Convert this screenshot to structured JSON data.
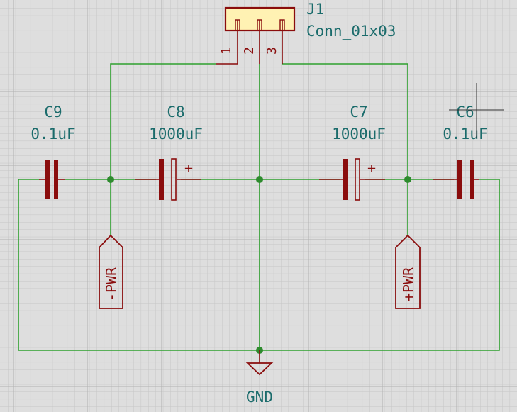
{
  "colors": {
    "background": "#dedede",
    "grid": "#c7c7c7",
    "grid_major": "#b8b8b8",
    "wire": "#2ea02e",
    "junction": "#2e8b2e",
    "symbol": "#8a0d0d",
    "connector_fill": "#fff2b3",
    "text": "#1a6b6b",
    "pin_text": "#8a0d0d"
  },
  "connector": {
    "ref": "J1",
    "value": "Conn_01x03",
    "pins": [
      "1",
      "2",
      "3"
    ]
  },
  "capacitors": [
    {
      "ref": "C9",
      "value": "0.1uF"
    },
    {
      "ref": "C8",
      "value": "1000uF",
      "polarity": "+"
    },
    {
      "ref": "C7",
      "value": "1000uF",
      "polarity": "+"
    },
    {
      "ref": "C6",
      "value": "0.1uF"
    }
  ],
  "power_labels": {
    "neg": "-PWR",
    "pos": "+PWR"
  },
  "ground": {
    "label": "GND"
  }
}
